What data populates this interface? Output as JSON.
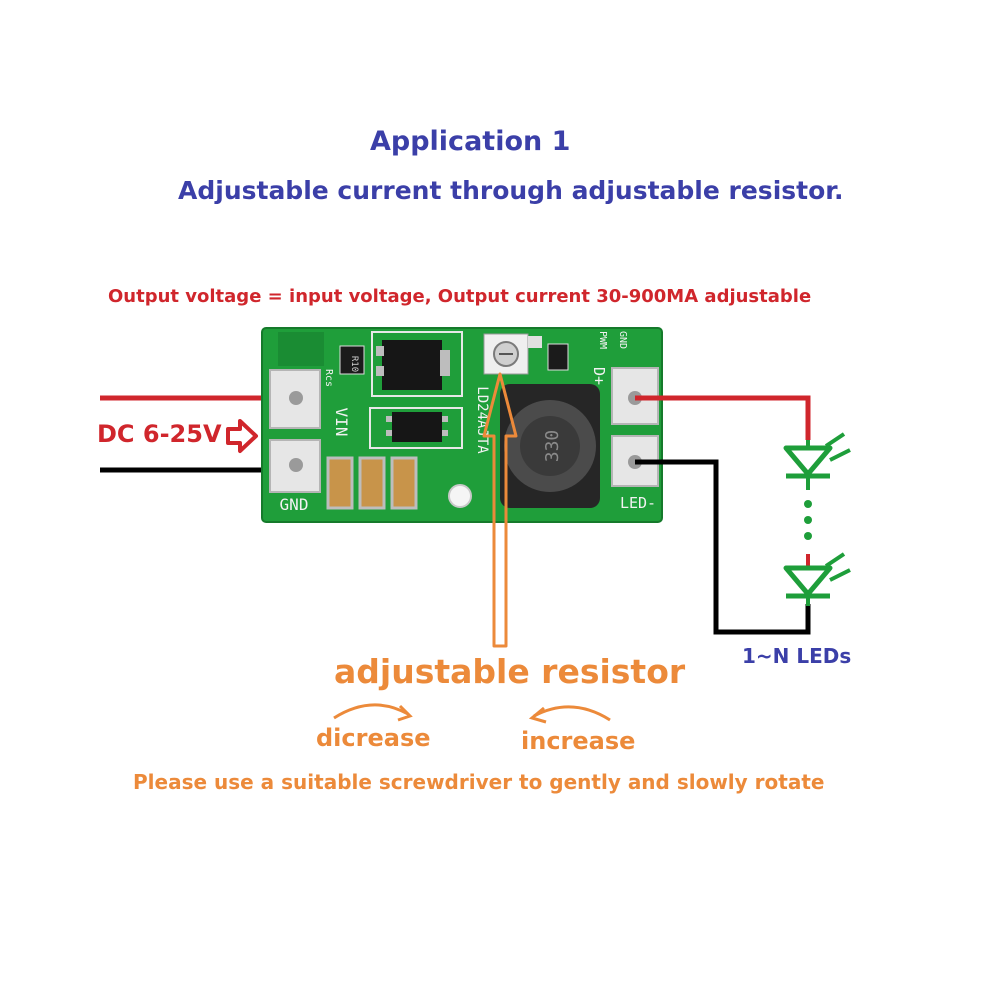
{
  "heading": {
    "title": "Application 1",
    "subtitle": "Adjustable current through adjustable resistor."
  },
  "spec_line": "Output voltage = input voltage, Output current 30-900MA adjustable",
  "input_label": "DC 6-25V",
  "board": {
    "vin_label": "VIN",
    "gnd_label": "GND",
    "chip_label": "LD24AJTA",
    "out_pos_label": "D+",
    "out_neg_label": "LED-",
    "pwm_label": "PWM",
    "gnd2_label": "GND",
    "rcs_label": "Rcs",
    "resistor_code": "R10"
  },
  "leds_label": "1~N LEDs",
  "callout": {
    "title": "adjustable resistor",
    "decrease": "dicrease",
    "increase": "increase",
    "note": "Please use a suitable screwdriver to gently and slowly rotate"
  },
  "colors": {
    "title_blue": "#3b3fa8",
    "red": "#d0262c",
    "orange": "#ec8a3a",
    "pcb_green": "#1f9e3a",
    "led_green": "#1e9e3a"
  }
}
